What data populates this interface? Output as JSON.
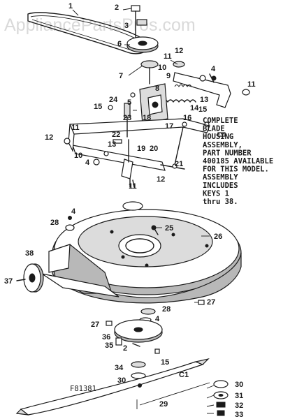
{
  "watermark": "AppliancePartsPros.com",
  "note": {
    "lines": [
      "COMPLETE",
      "BLADE",
      "HOUSING",
      "ASSEMBLY,",
      "PART NUMBER",
      "400185 AVAILABLE",
      "FOR THIS MODEL.",
      "ASSEMBLY",
      "INCLUDES",
      "KEYS 1",
      "thru 38."
    ]
  },
  "figure_id": "F81381",
  "parts": [
    {
      "label": "1"
    },
    {
      "label": "2"
    },
    {
      "label": "3"
    },
    {
      "label": "6"
    },
    {
      "label": "7"
    },
    {
      "label": "11"
    },
    {
      "label": "12"
    },
    {
      "label": "10"
    },
    {
      "label": "9"
    },
    {
      "label": "4"
    },
    {
      "label": "11"
    },
    {
      "label": "8"
    },
    {
      "label": "24"
    },
    {
      "label": "15"
    },
    {
      "label": "5"
    },
    {
      "label": "13"
    },
    {
      "label": "14"
    },
    {
      "label": "23"
    },
    {
      "label": "18"
    },
    {
      "label": "16"
    },
    {
      "label": "15"
    },
    {
      "label": "17"
    },
    {
      "label": "11"
    },
    {
      "label": "12"
    },
    {
      "label": "22"
    },
    {
      "label": "13"
    },
    {
      "label": "19"
    },
    {
      "label": "20"
    },
    {
      "label": "10"
    },
    {
      "label": "4"
    },
    {
      "label": "21"
    },
    {
      "label": "11"
    },
    {
      "label": "12"
    },
    {
      "label": "4"
    },
    {
      "label": "28"
    },
    {
      "label": "25"
    },
    {
      "label": "26"
    },
    {
      "label": "38"
    },
    {
      "label": "37"
    },
    {
      "label": "27"
    },
    {
      "label": "28"
    },
    {
      "label": "27"
    },
    {
      "label": "4"
    },
    {
      "label": "36"
    },
    {
      "label": "35"
    },
    {
      "label": "2"
    },
    {
      "label": "15"
    },
    {
      "label": "34"
    },
    {
      "label": "30"
    },
    {
      "label": "C1"
    },
    {
      "label": "29"
    },
    {
      "label": "30"
    },
    {
      "label": "31"
    },
    {
      "label": "32"
    },
    {
      "label": "33"
    }
  ]
}
